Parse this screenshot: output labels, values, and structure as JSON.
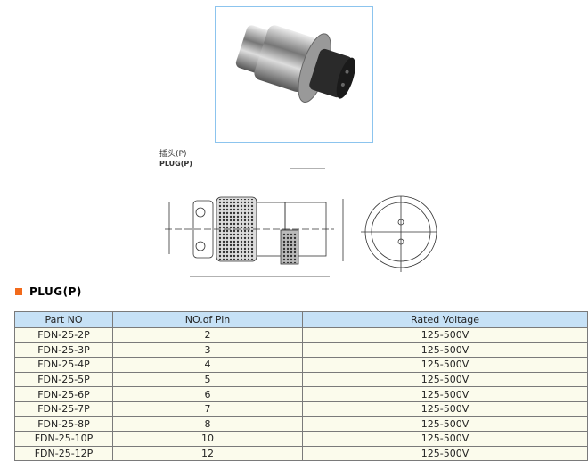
{
  "drawing": {
    "label_cn": "插头(P)",
    "label_en": "PLUG(P)"
  },
  "section": {
    "title": "PLUG(P)",
    "accent": "#f26a1b"
  },
  "table": {
    "headers": [
      "Part NO",
      "NO.of Pin",
      "Rated Voltage"
    ],
    "rows": [
      [
        "FDN-25-2P",
        "2",
        "125-500V"
      ],
      [
        "FDN-25-3P",
        "3",
        "125-500V"
      ],
      [
        "FDN-25-4P",
        "4",
        "125-500V"
      ],
      [
        "FDN-25-5P",
        "5",
        "125-500V"
      ],
      [
        "FDN-25-6P",
        "6",
        "125-500V"
      ],
      [
        "FDN-25-7P",
        "7",
        "125-500V"
      ],
      [
        "FDN-25-8P",
        "8",
        "125-500V"
      ],
      [
        "FDN-25-10P",
        "10",
        "125-500V"
      ],
      [
        "FDN-25-12P",
        "12",
        "125-500V"
      ]
    ]
  }
}
